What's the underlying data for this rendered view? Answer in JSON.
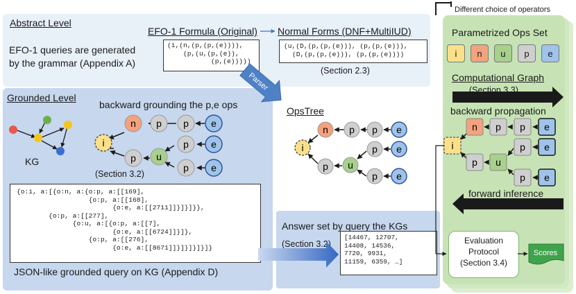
{
  "abstract": {
    "title": "Abstract Level",
    "description_line1": "EFO-1 queries are generated",
    "description_line2": "by the grammar (Appendix A)",
    "original_label": "EFO-1 Formula (Original)",
    "normal_label": "Normal Forms (DNF+MultiIUD)",
    "original_formula": [
      "(i,(n,(p,(p,(e)))),",
      "(p,(u,(p,(e)),",
      "(p,(e)))))"
    ],
    "normal_formula": [
      "(u,(D,(p,(p,(e))), (p,(p,(e))),",
      "(D,(p,(p,(e))), (p,(p,(e))))"
    ],
    "normal_section": "(Section 2.3)",
    "parser_label": "Parser"
  },
  "grounded": {
    "title": "Grounded Level",
    "backward_label": "backward grounding the p,e ops",
    "kg_label": "KG",
    "section_label": "(Section 3.2)",
    "query_code": [
      "{o:i, a:[{o:n, a:{o:p, a:[[169],",
      "                  {o:p, a:[[168],",
      "                        {o:e, a:[[2711]]}]}]}},",
      "        {o:p, a:[[277],",
      "              {o:u, a:[{o:p, a:[[7],",
      "                        {o:e, a:[[6724]]}]},",
      "                  {o:p, a:[[276],",
      "                        {o:e, a:[[8671]]}]}]}]}]}"
    ],
    "query_caption": "JSON-like grounded query on KG (Appendix D)"
  },
  "opstree": {
    "title": "OpsTree"
  },
  "answer": {
    "title": "Answer set by query the KGs",
    "section_label": "(Section 3.2)",
    "values": [
      "[14467, 12707,",
      "14408, 14536,",
      "7720, 9931,",
      "11159, 6359, …]"
    ]
  },
  "operators": {
    "choice_label": "Different choice of operators",
    "ops_set_title": "Parametrized Ops Set",
    "ops": [
      "i",
      "n",
      "u",
      "p",
      "e"
    ],
    "graph_title": "Computational Graph",
    "graph_section": "(Section 3.3)",
    "backward_label": "backward propagation",
    "forward_label": "forward inference",
    "eval_line1": "Evaluation",
    "eval_line2": "Protocol",
    "eval_line3": "(Section 3.4)",
    "scores_label": "Scores"
  },
  "colors": {
    "i": "#fbe08a",
    "n": "#f3a27e",
    "u": "#a8d08d",
    "p": "#cfcfcf",
    "e": "#9fc3ea",
    "panel_blue": "#c6d7ee",
    "panel_light": "#e8f0f8",
    "green_panel": "#c7e3b5",
    "dark_green": "#3fa34d"
  }
}
